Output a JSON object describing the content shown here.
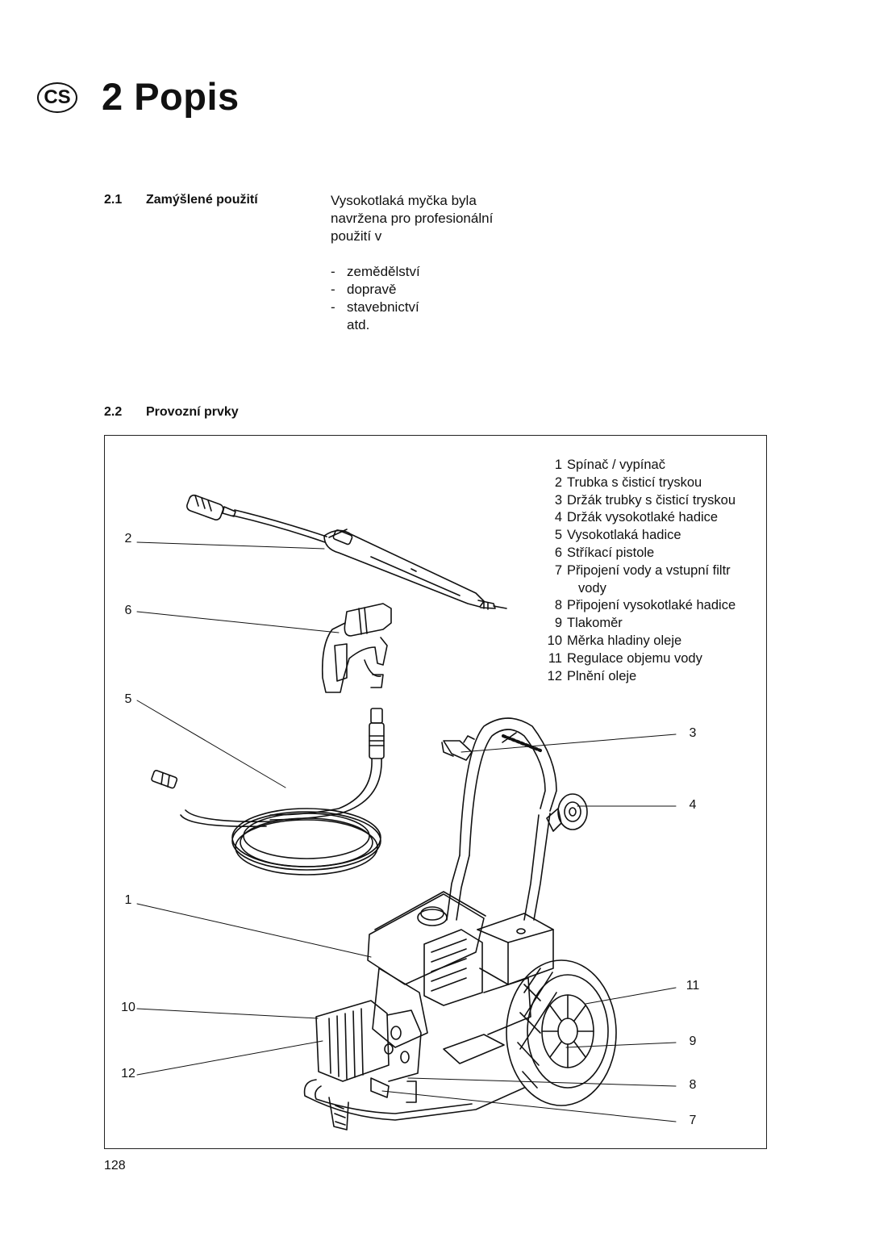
{
  "header": {
    "lang_badge": "CS",
    "chapter_title": "2 Popis"
  },
  "section_1": {
    "number": "2.1",
    "title": "Zamýšlené použití",
    "intro_lines": [
      "Vysokotlaká myčka byla",
      "navržena pro profesionální",
      "použití v"
    ],
    "uses": [
      "zemědělství",
      "dopravě",
      "stavebnictví"
    ],
    "uses_etc": "atd."
  },
  "section_2": {
    "number": "2.2",
    "title": "Provozní prvky"
  },
  "legend": [
    {
      "num": "1",
      "label": "Spínač / vypínač"
    },
    {
      "num": "2",
      "label": "Trubka s čisticí tryskou"
    },
    {
      "num": "3",
      "label": "Držák trubky s čisticí tryskou"
    },
    {
      "num": "4",
      "label": "Držák vysokotlaké hadice"
    },
    {
      "num": "5",
      "label": "Vysokotlaká hadice"
    },
    {
      "num": "6",
      "label": "Stříkací pistole"
    },
    {
      "num": "7",
      "label": "Připojení vody a vstupní filtr"
    },
    {
      "num": "",
      "label": "vody"
    },
    {
      "num": "8",
      "label": "Připojení vysokotlaké hadice"
    },
    {
      "num": "9",
      "label": "Tlakoměr"
    },
    {
      "num": "10",
      "label": "Měrka hladiny oleje"
    },
    {
      "num": "11",
      "label": "Regulace objemu vody"
    },
    {
      "num": "12",
      "label": "Plnění oleje"
    }
  ],
  "callouts": {
    "c2": "2",
    "c6": "6",
    "c5": "5",
    "c1": "1",
    "c10": "10",
    "c12": "12",
    "c3": "3",
    "c4": "4",
    "c11": "11",
    "c9": "9",
    "c8": "8",
    "c7": "7"
  },
  "page_number": "128"
}
